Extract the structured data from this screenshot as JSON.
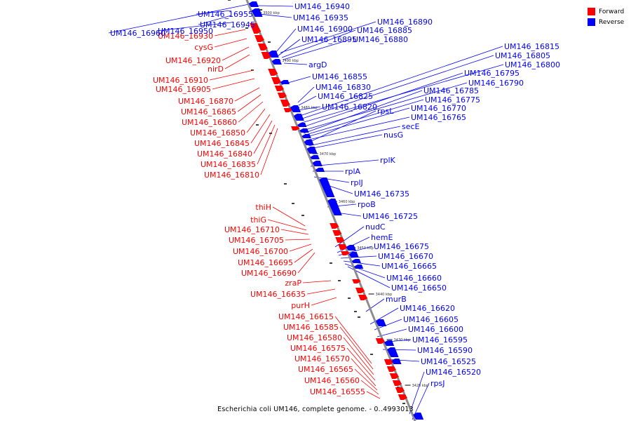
{
  "caption": "Escherichia coli UM146, complete genome. - 0..4993013",
  "legend": [
    {
      "label": "Forward",
      "color": "#ff0000"
    },
    {
      "label": "Reverse",
      "color": "#0000ff"
    }
  ],
  "colors": {
    "forward": "#ff0000",
    "reverse": "#0000ff",
    "backbone": "#8c8c8c"
  },
  "ticks": [
    "3500 kbp",
    "3490 kbp",
    "3480 kbp",
    "3470 kbp",
    "3460 kbp",
    "3450 kbp",
    "3440 kbp",
    "3430 kbp",
    "3420 kbp"
  ],
  "forward_genes": [
    "UM146_16930",
    "cysG",
    "UM146_16920",
    "nirD",
    "UM146_16910",
    "UM146_16905",
    "UM146_16870",
    "UM146_16865",
    "UM146_16860",
    "UM146_16850",
    "UM146_16845",
    "UM146_16840",
    "UM146_16835",
    "UM146_16810",
    "thiH",
    "thiG",
    "UM146_16710",
    "UM146_16705",
    "UM146_16700",
    "UM146_16695",
    "UM146_16690",
    "zraP",
    "UM146_16635",
    "purH",
    "UM146_16615",
    "UM146_16585",
    "UM146_16580",
    "UM146_16575",
    "UM146_16570",
    "UM146_16565",
    "UM146_16560",
    "UM146_16555"
  ],
  "reverse_genes": [
    "UM146_16955",
    "UM146_16945",
    "UM146_16960",
    "UM146_16950",
    "UM146_16940",
    "UM146_16935",
    "UM146_16900",
    "UM146_16895",
    "UM146_16890",
    "UM146_16885",
    "UM146_16880",
    "argD",
    "UM146_16855",
    "UM146_16830",
    "UM146_16825",
    "UM146_16820",
    "UM146_16815",
    "UM146_16805",
    "UM146_16800",
    "UM146_16795",
    "UM146_16790",
    "UM146_16785",
    "UM146_16775",
    "UM146_16770",
    "UM146_16765",
    "rpsL",
    "secE",
    "nusG",
    "rplK",
    "rplA",
    "rplJ",
    "UM146_16735",
    "rpoB",
    "UM146_16725",
    "nudC",
    "hemE",
    "UM146_16675",
    "UM146_16670",
    "UM146_16665",
    "UM146_16660",
    "UM146_16650",
    "murB",
    "UM146_16620",
    "UM146_16605",
    "UM146_16600",
    "UM146_16595",
    "UM146_16590",
    "UM146_16525",
    "UM146_16520",
    "rpsJ"
  ]
}
